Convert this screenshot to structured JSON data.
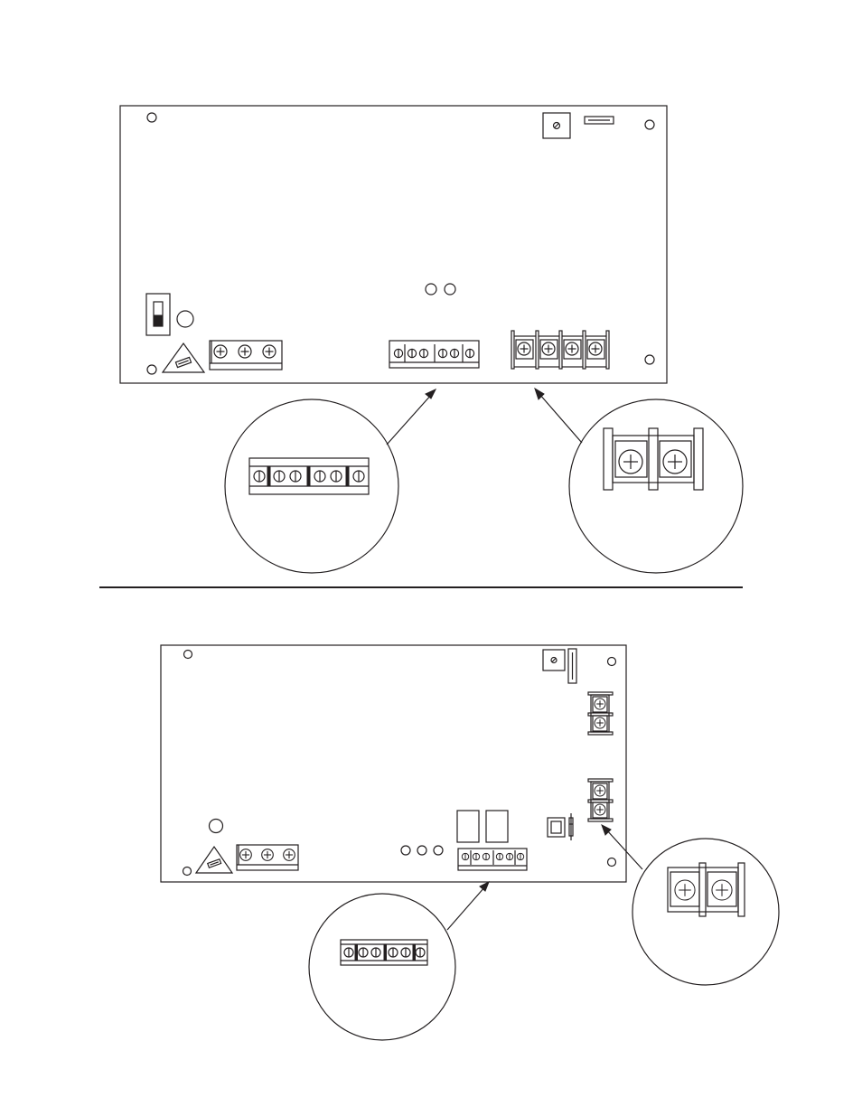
{
  "figure": {
    "title": "",
    "panels": [
      {
        "id": "top",
        "callouts": [
          "terminal-strip-small",
          "barrier-terminal"
        ]
      },
      {
        "id": "bottom",
        "callouts": [
          "terminal-strip-small",
          "barrier-terminal"
        ]
      }
    ]
  },
  "colors": {
    "ink": "#231f20",
    "paper": "#ffffff"
  }
}
